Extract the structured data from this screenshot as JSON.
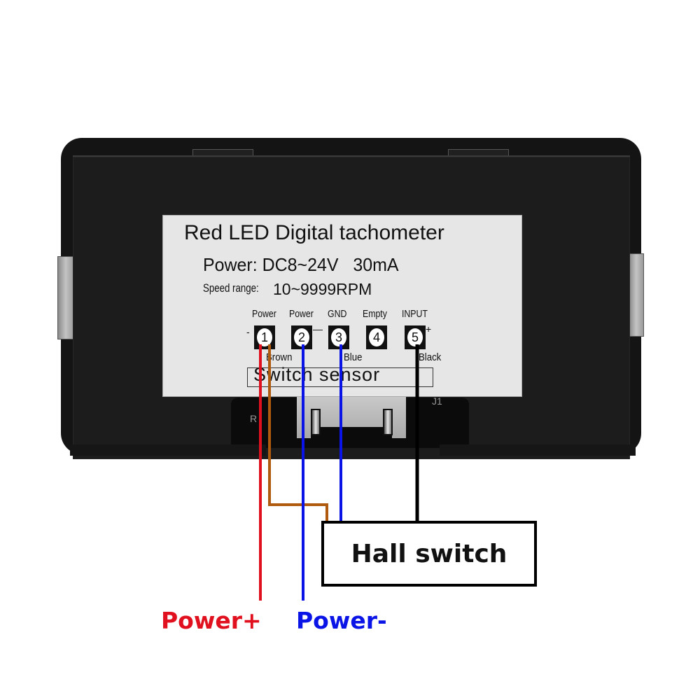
{
  "device": {
    "label": {
      "title": "Red LED Digital tachometer",
      "power_key": "Power:",
      "power_value": "DC8~24V   30mA",
      "speed_key": "Speed range:",
      "speed_value": "10~9999RPM"
    },
    "terminals": [
      {
        "number": "1",
        "name": "Power",
        "sign": "-"
      },
      {
        "number": "2",
        "name": "Power",
        "sign": "—"
      },
      {
        "number": "3",
        "name": "GND",
        "sign": ""
      },
      {
        "number": "4",
        "name": "Empty",
        "sign": ""
      },
      {
        "number": "5",
        "name": "INPUT",
        "sign": "+"
      }
    ],
    "wire_labels": {
      "brown": "Brown",
      "blue": "Blue",
      "black": "Black"
    },
    "sensor_caption": "Switch sensor",
    "pcb_marks": {
      "j1": "J1",
      "r": "R"
    }
  },
  "diagram": {
    "hall_switch_label": "Hall switch",
    "power_plus_label": "Power+",
    "power_minus_label": "Power-",
    "colors": {
      "red_wire": "#e0101e",
      "brown_wire": "#b05a10",
      "blue_wire": "#0a14e6",
      "black_wire": "#000000",
      "power_plus_text": "#e0101e",
      "power_minus_text": "#0a14e6"
    }
  }
}
